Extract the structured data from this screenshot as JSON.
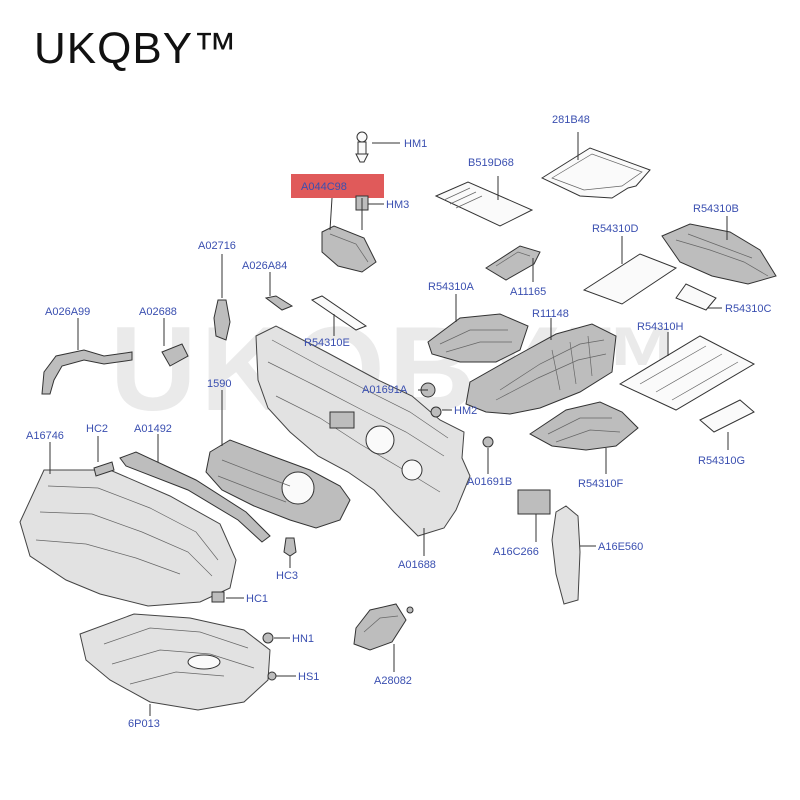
{
  "brand": "UKQBY™",
  "watermark": "UKQBY™",
  "highlight_color": "#e05a5a",
  "label_color": "#3a4fb0",
  "labels": {
    "hm1": "HM1",
    "a044c98": "A044C98",
    "hm3": "HM3",
    "b519d68": "B519D68",
    "281b48": "281B48",
    "a02716": "A02716",
    "a026a84": "A026A84",
    "r54310d": "R54310D",
    "r54310b": "R54310B",
    "a11165": "A11165",
    "r54310a": "R54310A",
    "r54310c": "R54310C",
    "a026a99": "A026A99",
    "a02688": "A02688",
    "r54310e": "R54310E",
    "r11148": "R11148",
    "r54310h": "R54310H",
    "a01691a": "A01691A",
    "hm2": "HM2",
    "1590": "1590",
    "a16746": "A16746",
    "hc2": "HC2",
    "a01492": "A01492",
    "r54310g": "R54310G",
    "a01691b": "A01691B",
    "r54310f": "R54310F",
    "a16c266": "A16C266",
    "a16e560": "A16E560",
    "hc3": "HC3",
    "a01688": "A01688",
    "hc1": "HC1",
    "hn1": "HN1",
    "hs1": "HS1",
    "a28082": "A28082",
    "6p013": "6P013"
  }
}
